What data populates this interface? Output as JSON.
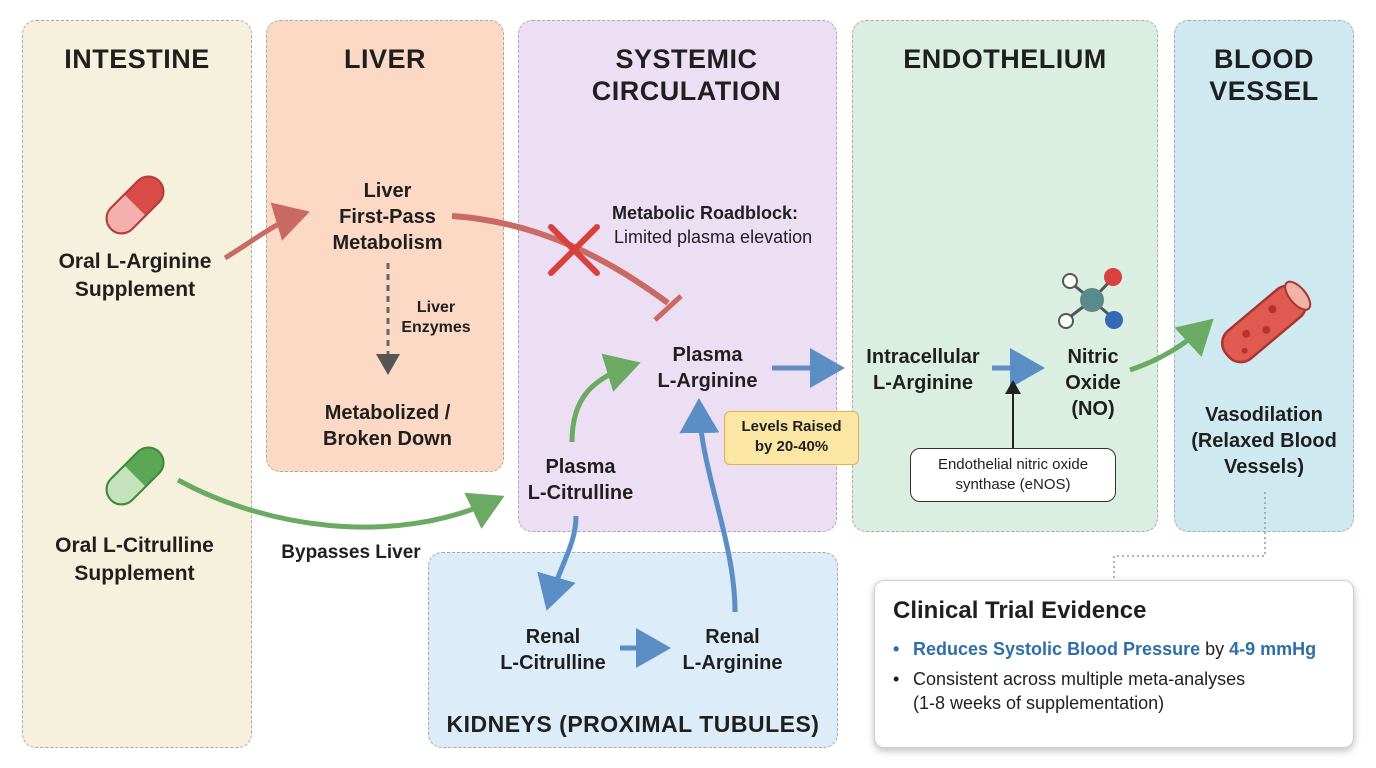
{
  "panels": {
    "intestine": "INTESTINE",
    "liver": "LIVER",
    "systemic": "SYSTEMIC\nCIRCULATION",
    "endothelium": "ENDOTHELIUM",
    "blood_vessel": "BLOOD\nVESSEL",
    "kidneys": "KIDNEYS (PROXIMAL TUBULES)"
  },
  "nodes": {
    "oral_arginine": "Oral L-Arginine\nSupplement",
    "oral_citrulline": "Oral L-Citrulline\nSupplement",
    "liver_first_pass": "Liver\nFirst-Pass\nMetabolism",
    "liver_enzymes": "Liver\nEnzymes",
    "metabolized": "Metabolized /\nBroken Down",
    "roadblock_title": "Metabolic Roadblock:",
    "roadblock_sub": "Limited plasma elevation",
    "plasma_arginine": "Plasma\nL-Arginine",
    "plasma_citrulline": "Plasma\nL-Citrulline",
    "levels_raised": "Levels Raised\nby 20-40%",
    "bypasses_liver": "Bypasses Liver",
    "renal_citrulline": "Renal\nL-Citrulline",
    "renal_arginine": "Renal\nL-Arginine",
    "intracellular_arginine": "Intracellular\nL-Arginine",
    "nitric_oxide": "Nitric\nOxide\n(NO)",
    "enos": "Endothelial nitric oxide\nsynthase (eNOS)",
    "vasodilation": "Vasodilation\n(Relaxed Blood\nVessels)"
  },
  "evidence": {
    "title": "Clinical Trial Evidence",
    "b1_highlight": "Reduces Systolic Blood Pressure",
    "b1_mid": " by ",
    "b1_value": "4-9 mmHg",
    "b2": "Consistent across multiple meta-analyses\n(1-8 weeks of supplementation)"
  },
  "icons": {
    "arginine_pill": "red-capsule-icon",
    "citrulline_pill": "green-capsule-icon",
    "no_molecule": "molecule-icon",
    "vessel": "blood-vessel-icon",
    "block": "red-x-icon"
  },
  "colors": {
    "intestine_bg": "#f6f1dc",
    "liver_bg": "#fbd9c5",
    "systemic_bg": "#ecdff3",
    "endothelium_bg": "#dbeee2",
    "vessel_bg": "#cfe9f1",
    "kidney_bg": "#dcecf8",
    "red_arrow": "#c96a64",
    "green_arrow": "#6aaa63",
    "blue_arrow": "#5b8ec5"
  }
}
